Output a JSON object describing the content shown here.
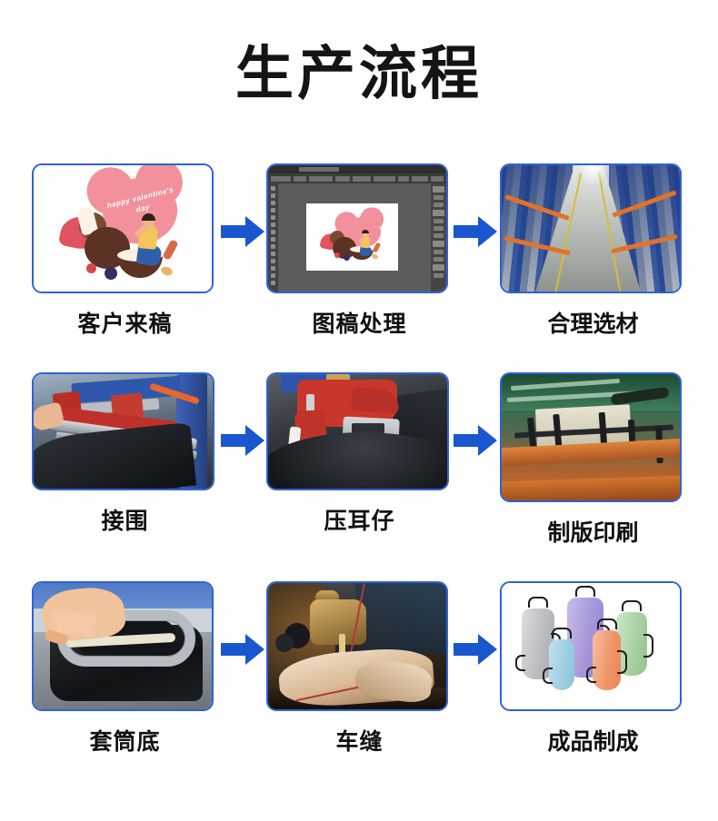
{
  "page": {
    "title": "生产流程",
    "accent_blue": "#2f62d8",
    "arrow_blue": "#1a56d0",
    "background": "#ffffff",
    "text_color": "#111111"
  },
  "arrow": {
    "icon": "arrow-right-icon",
    "count": 6
  },
  "steps": [
    {
      "index": 1,
      "label": "客户来稿",
      "image": "customer-artwork-valentine-illustration",
      "heart_text": "happy valentine's day"
    },
    {
      "index": 2,
      "label": "图稿处理",
      "image": "photoshop-editor-window"
    },
    {
      "index": 3,
      "label": "合理选材",
      "image": "warehouse-material-racks"
    },
    {
      "index": 4,
      "label": "接围",
      "image": "seam-welding-machine"
    },
    {
      "index": 5,
      "label": "压耳仔",
      "image": "grommet-press-machine"
    },
    {
      "index": 6,
      "label": "制版印刷",
      "image": "plate-making-printing-press"
    },
    {
      "index": 7,
      "label": "套筒底",
      "image": "bag-bottom-mold-forming"
    },
    {
      "index": 8,
      "label": "车缝",
      "image": "sewing-machine-stitching"
    },
    {
      "index": 9,
      "label": "成品制成",
      "image": "finished-dry-bags-product",
      "product_colors": [
        "#b9bbc0",
        "#a493d8",
        "#a8cfa0",
        "#9ccde0",
        "#ef9468"
      ]
    }
  ]
}
